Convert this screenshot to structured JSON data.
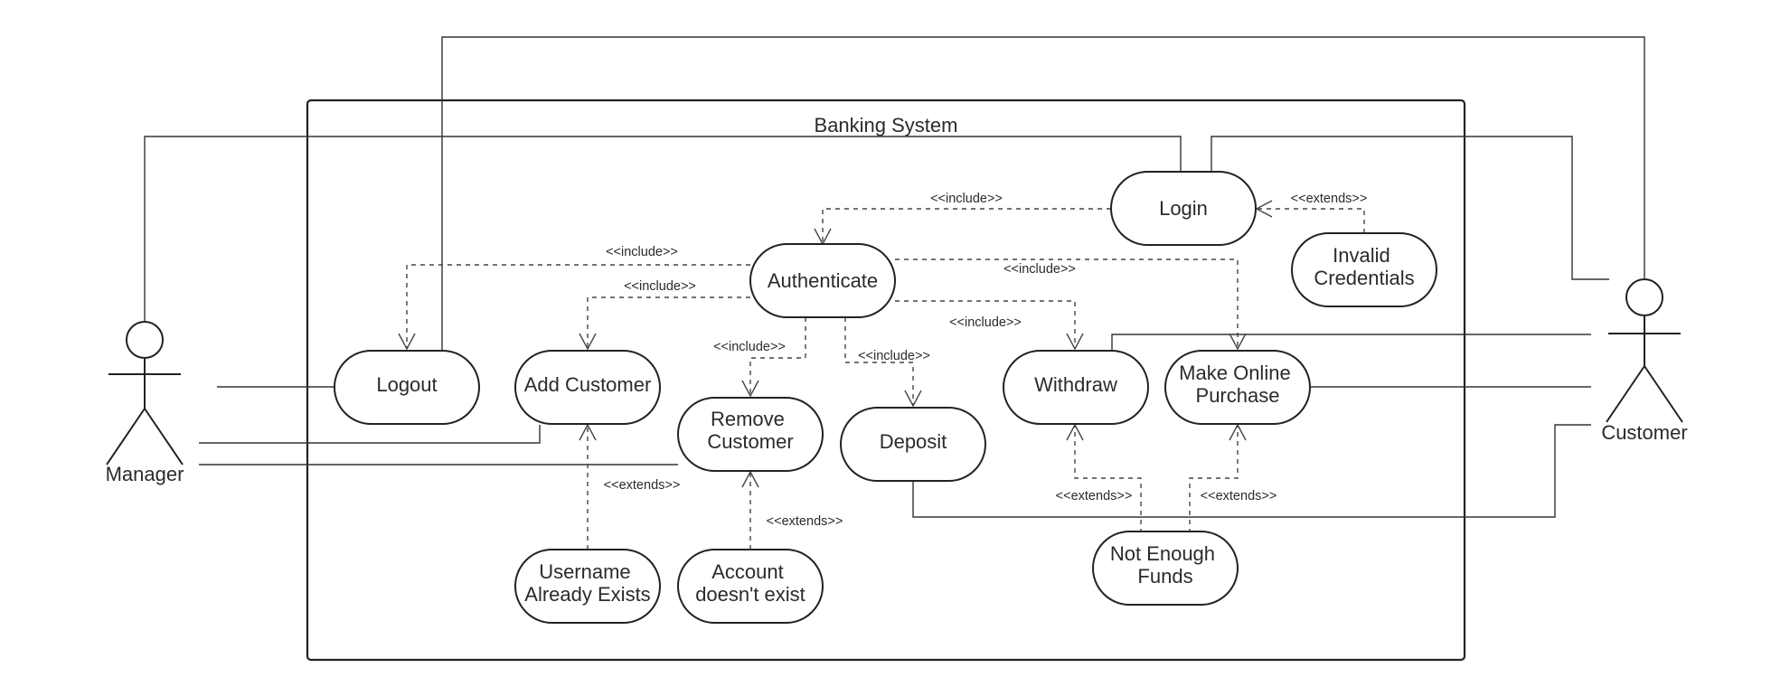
{
  "system": {
    "title": "Banking System"
  },
  "actors": {
    "manager": "Manager",
    "customer": "Customer"
  },
  "use_cases": {
    "login": [
      "Login"
    ],
    "invalid_credentials": [
      "Invalid",
      "Credentials"
    ],
    "authenticate": [
      "Authenticate"
    ],
    "logout": [
      "Logout"
    ],
    "add_customer": [
      "Add Customer"
    ],
    "remove_customer": [
      "Remove",
      "Customer"
    ],
    "deposit": [
      "Deposit"
    ],
    "withdraw": [
      "Withdraw"
    ],
    "make_online_purchase": [
      "Make Online",
      "Purchase"
    ],
    "username_already_exists": [
      "Username",
      "Already Exists"
    ],
    "account_doesnt_exist": [
      "Account",
      "doesn't exist"
    ],
    "not_enough_funds": [
      "Not Enough",
      "Funds"
    ]
  },
  "relations": {
    "login_authenticate": "<<include>>",
    "invalid_login": "<<extends>>",
    "auth_logout": "<<include>>",
    "auth_add_customer": "<<include>>",
    "auth_make_purchase": "<<include>>",
    "auth_withdraw": "<<include>>",
    "auth_remove_customer": "<<include>>",
    "auth_deposit": "<<include>>",
    "username_add_customer": "<<extends>>",
    "account_remove_customer": "<<extends>>",
    "funds_withdraw": "<<extends>>",
    "funds_make_purchase": "<<extends>>"
  }
}
